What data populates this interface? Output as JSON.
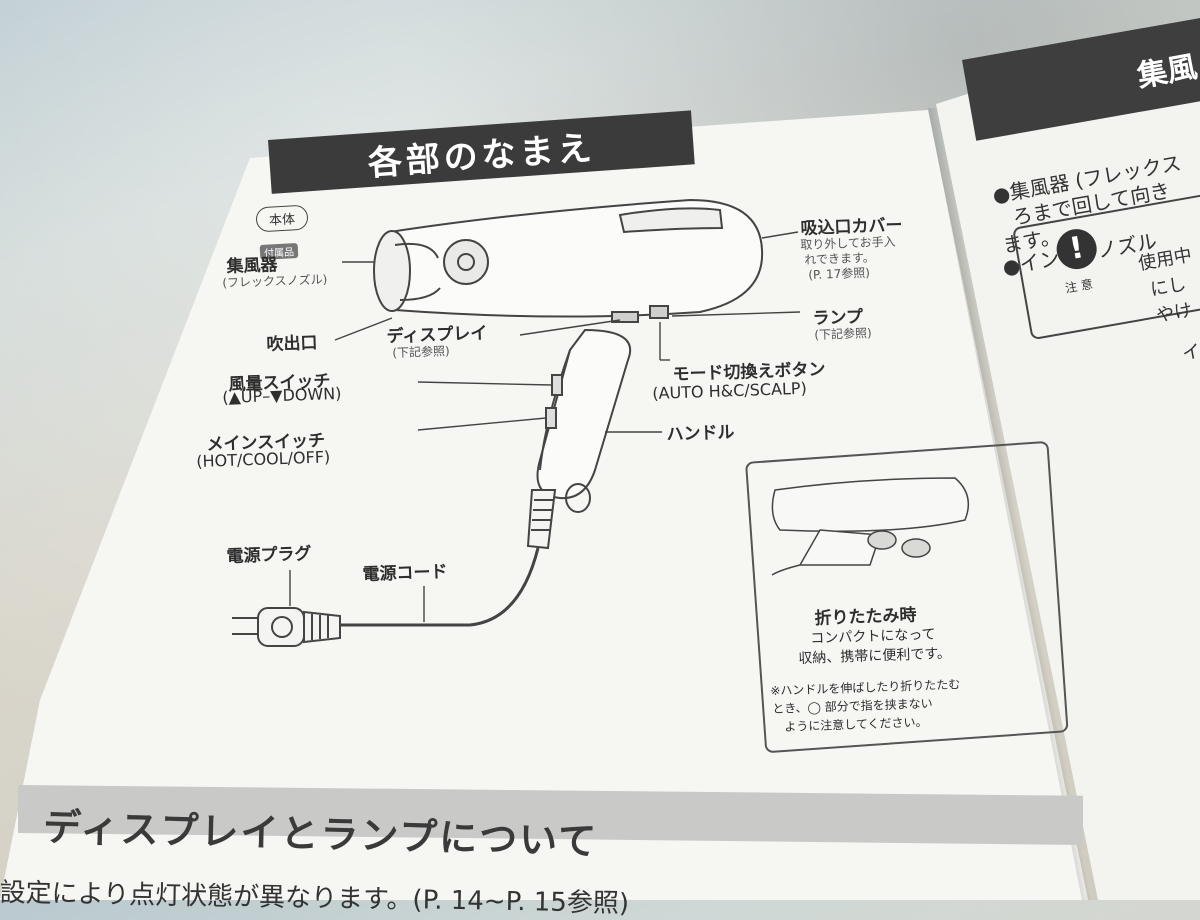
{
  "header": {
    "title": "各部のなまえ"
  },
  "tag": "本体",
  "parts": {
    "attachment_badge": "付属品",
    "concentrator": "集風器",
    "concentrator_sub": "(フレックスノズル)",
    "outlet": "吹出口",
    "display": "ディスプレイ",
    "display_sub": "(下記参照)",
    "intake_cover": "吸込口カバー",
    "intake_cover_sub1": "取り外してお手入",
    "intake_cover_sub2": "れできます。",
    "intake_cover_sub3": "(P. 17参照)",
    "lamp": "ランプ",
    "lamp_sub": "(下記参照)",
    "mode_button": "モード切換えボタン",
    "mode_button_sub": "(AUTO H&C/SCALP)",
    "airflow_switch": "風量スイッチ",
    "airflow_switch_sub": "(▲UP–▼DOWN)",
    "handle": "ハンドル",
    "main_switch": "メインスイッチ",
    "main_switch_sub": "(HOT/COOL/OFF)",
    "power_plug": "電源プラグ",
    "power_cord": "電源コード"
  },
  "folded": {
    "title": "折りたたみ時",
    "desc1": "コンパクトになって",
    "desc2": "収納、携帯に便利です。",
    "note1": "※ハンドルを伸ばしたり折りたたむ",
    "note2": "とき、◯ 部分で指を挟まない",
    "note3": "ように注意してください。"
  },
  "section": {
    "title": "ディスプレイとランプについて"
  },
  "footer": {
    "text": "設定により点灯状態が異なります。(P. 14~P. 15参照)"
  },
  "right_page": {
    "title": "集風",
    "line1": "●集風器 (フレックス",
    "line2": "ろまで回して向き",
    "line3": "ます。",
    "line4": "●インナーノズル",
    "caution_label": "注 意",
    "caution1": "使用中",
    "caution2": "にし",
    "caution3": "やけ",
    "edge": "イ"
  }
}
